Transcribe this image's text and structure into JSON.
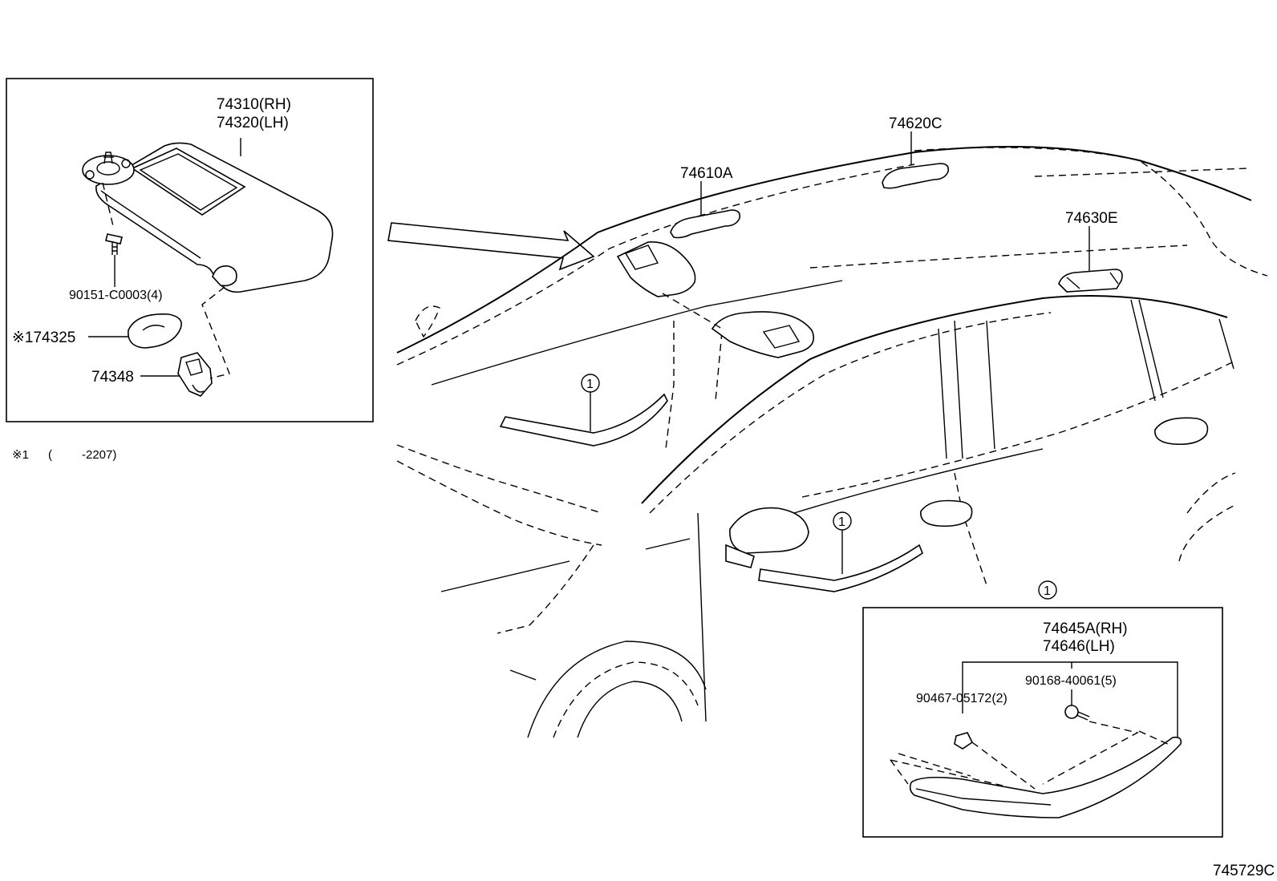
{
  "inset_sun_visor": {
    "part_rh": "74310(RH)",
    "part_lh": "74320(LH)",
    "screw": "90151-C0003(4)",
    "cover": "※174325",
    "holder": "74348"
  },
  "footnote": {
    "marker": "※1",
    "open_paren": "(",
    "range": "-2207)"
  },
  "main_view": {
    "assist_grip_front": "74610A",
    "assist_grip_mid": "74620C",
    "assist_grip_rear": "74630E",
    "callout_1a": "1",
    "callout_1b": "1"
  },
  "inset_garnish": {
    "callout": "1",
    "part_rh": "74645A(RH)",
    "part_lh": "74646(LH)",
    "clip": "90467-05172(2)",
    "screw": "90168-40061(5)"
  },
  "drawing_code": "745729C"
}
